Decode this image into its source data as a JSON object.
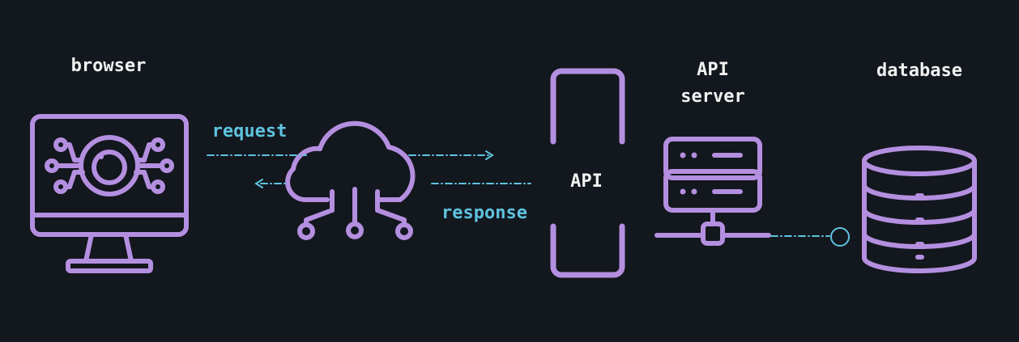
{
  "colors": {
    "background": "#13171e",
    "icon_stroke": "#b48fe0",
    "accent_cyan": "#5ec3df",
    "label_text": "#f2f2f2"
  },
  "labels": {
    "browser": "browser",
    "api_server_line1": "API",
    "api_server_line2": "server",
    "database": "database",
    "api_gateway": "API",
    "request": "request",
    "response": "response"
  },
  "icons": {
    "browser": "monitor-eye-icon",
    "cloud": "cloud-network-icon",
    "api_gateway": "api-gateway-icon",
    "server": "server-rack-icon",
    "database": "database-icon"
  }
}
